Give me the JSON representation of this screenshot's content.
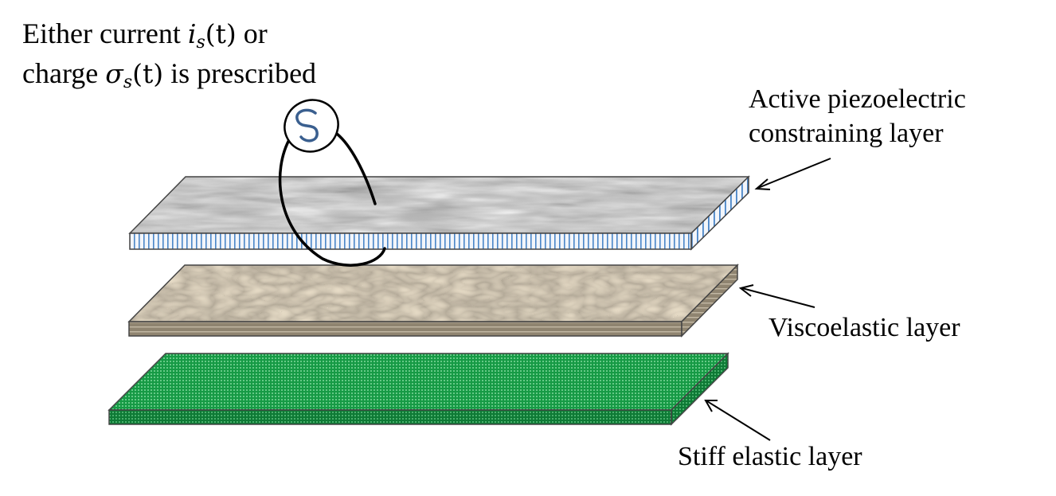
{
  "caption": {
    "line1_prefix": "Either current ",
    "line1_sym": "i",
    "line1_sub": "s",
    "line1_arg": "(t)",
    "line1_suffix": " or",
    "line2_prefix": "charge ",
    "line2_sym": "σ",
    "line2_sub": "s",
    "line2_arg": "(t)",
    "line2_suffix": " is prescribed"
  },
  "labels": {
    "piezo_line1": "Active piezoelectric",
    "piezo_line2": "constraining layer",
    "visco": "Viscoelastic layer",
    "elastic": "Stiff elastic layer"
  },
  "colors": {
    "piezo_top": "#b9b9b9",
    "piezo_stripe": "#4a86c8",
    "visco_top": "#b8ad98",
    "elastic_top": "#1fa84f",
    "source_wave": "#3a5f8f"
  }
}
